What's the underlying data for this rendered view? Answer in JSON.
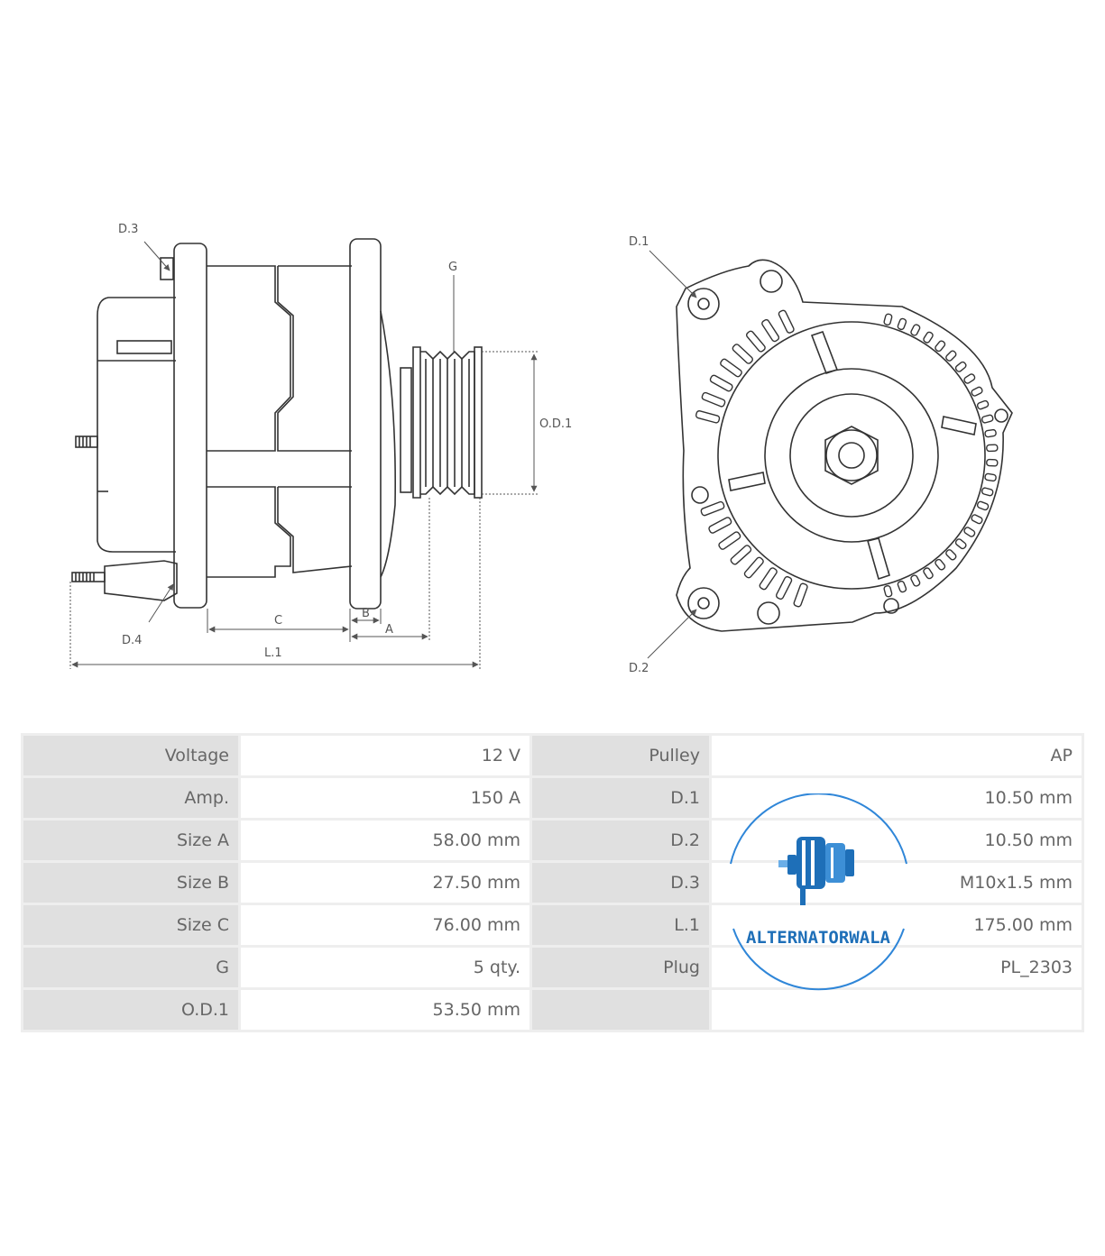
{
  "labels": {
    "d3": "D.3",
    "d4": "D.4",
    "g": "G",
    "od1": "O.D.1",
    "c": "C",
    "b": "B",
    "a": "A",
    "l1": "L.1",
    "d1": "D.1",
    "d2": "D.2"
  },
  "specs": [
    {
      "k1": "Voltage",
      "v1": "12 V",
      "k2": "Pulley",
      "v2": "AP"
    },
    {
      "k1": "Amp.",
      "v1": "150 A",
      "k2": "D.1",
      "v2": "10.50 mm"
    },
    {
      "k1": "Size A",
      "v1": "58.00 mm",
      "k2": "D.2",
      "v2": "10.50 mm"
    },
    {
      "k1": "Size B",
      "v1": "27.50 mm",
      "k2": "D.3",
      "v2": "M10x1.5 mm"
    },
    {
      "k1": "Size C",
      "v1": "76.00 mm",
      "k2": "L.1",
      "v2": "175.00 mm"
    },
    {
      "k1": "G",
      "v1": "5 qty.",
      "k2": "Plug",
      "v2": "PL_2303"
    },
    {
      "k1": "O.D.1",
      "v1": "53.50 mm",
      "k2": "",
      "v2": ""
    }
  ],
  "logo": {
    "text": "ALTERNATORWALA",
    "color": "#1e6fb8"
  }
}
